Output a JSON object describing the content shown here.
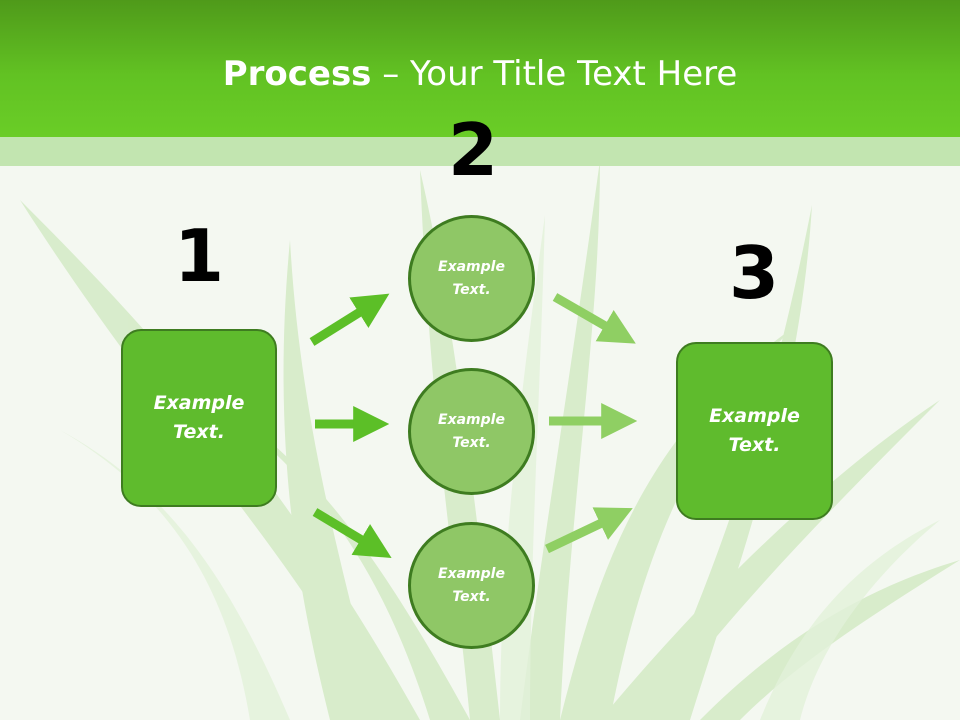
{
  "title": {
    "strong": "Process",
    "rest": " – Your Title Text Here"
  },
  "steps": [
    {
      "number": "1",
      "label": "Example Text."
    },
    {
      "number": "2",
      "circles": [
        {
          "label": "Example Text."
        },
        {
          "label": "Example Text."
        },
        {
          "label": "Example Text."
        }
      ]
    },
    {
      "number": "3",
      "label": "Example Text."
    }
  ],
  "colors": {
    "header_dark": "#4f9a1a",
    "header_light": "#6acd27",
    "box_fill": "#5fbb2d",
    "circle_fill": "#8fc766",
    "arrow_dark": "#5cbf27",
    "arrow_light": "#8fcf63",
    "outline": "#3e7c20"
  },
  "background": "grass-leaves-image"
}
